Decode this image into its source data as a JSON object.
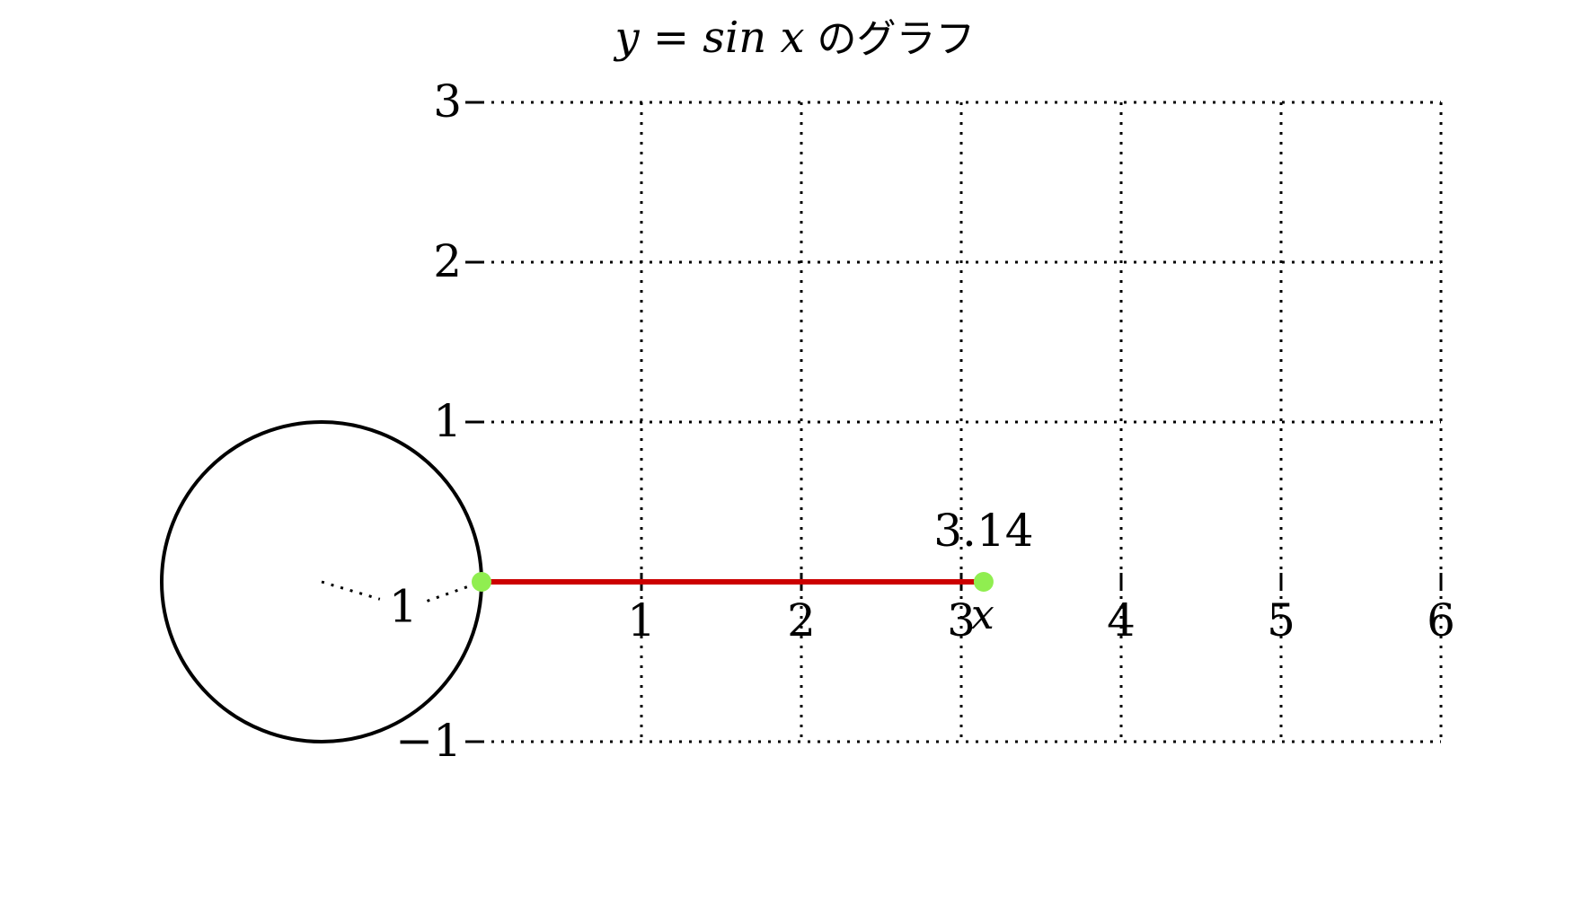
{
  "chart_data": {
    "type": "line",
    "title_math": "y = sin x",
    "title_suffix": " のグラフ",
    "xlabel": "x",
    "ylabel": "",
    "xlim": [
      0,
      6
    ],
    "ylim": [
      -1,
      3
    ],
    "x_ticks": [
      1,
      2,
      3,
      4,
      5,
      6
    ],
    "y_ticks": [
      3,
      2,
      1,
      -1
    ],
    "x_tick_labels": [
      "1",
      "2",
      "3",
      "4",
      "5",
      "6"
    ],
    "y_tick_labels": [
      "3",
      "2",
      "1",
      "−1"
    ],
    "grid": true,
    "grid_style": "dotted",
    "unit_circle": {
      "center": [
        -1,
        0
      ],
      "radius": 1,
      "radius_label": "1"
    },
    "segment": {
      "from": [
        0,
        0
      ],
      "to": [
        3.14,
        0
      ],
      "color": "#cc0000"
    },
    "points": [
      {
        "x": 0,
        "y": 0,
        "color": "#90ee50"
      },
      {
        "x": 3.14,
        "y": 0,
        "color": "#90ee50",
        "label": "3.14"
      }
    ]
  }
}
